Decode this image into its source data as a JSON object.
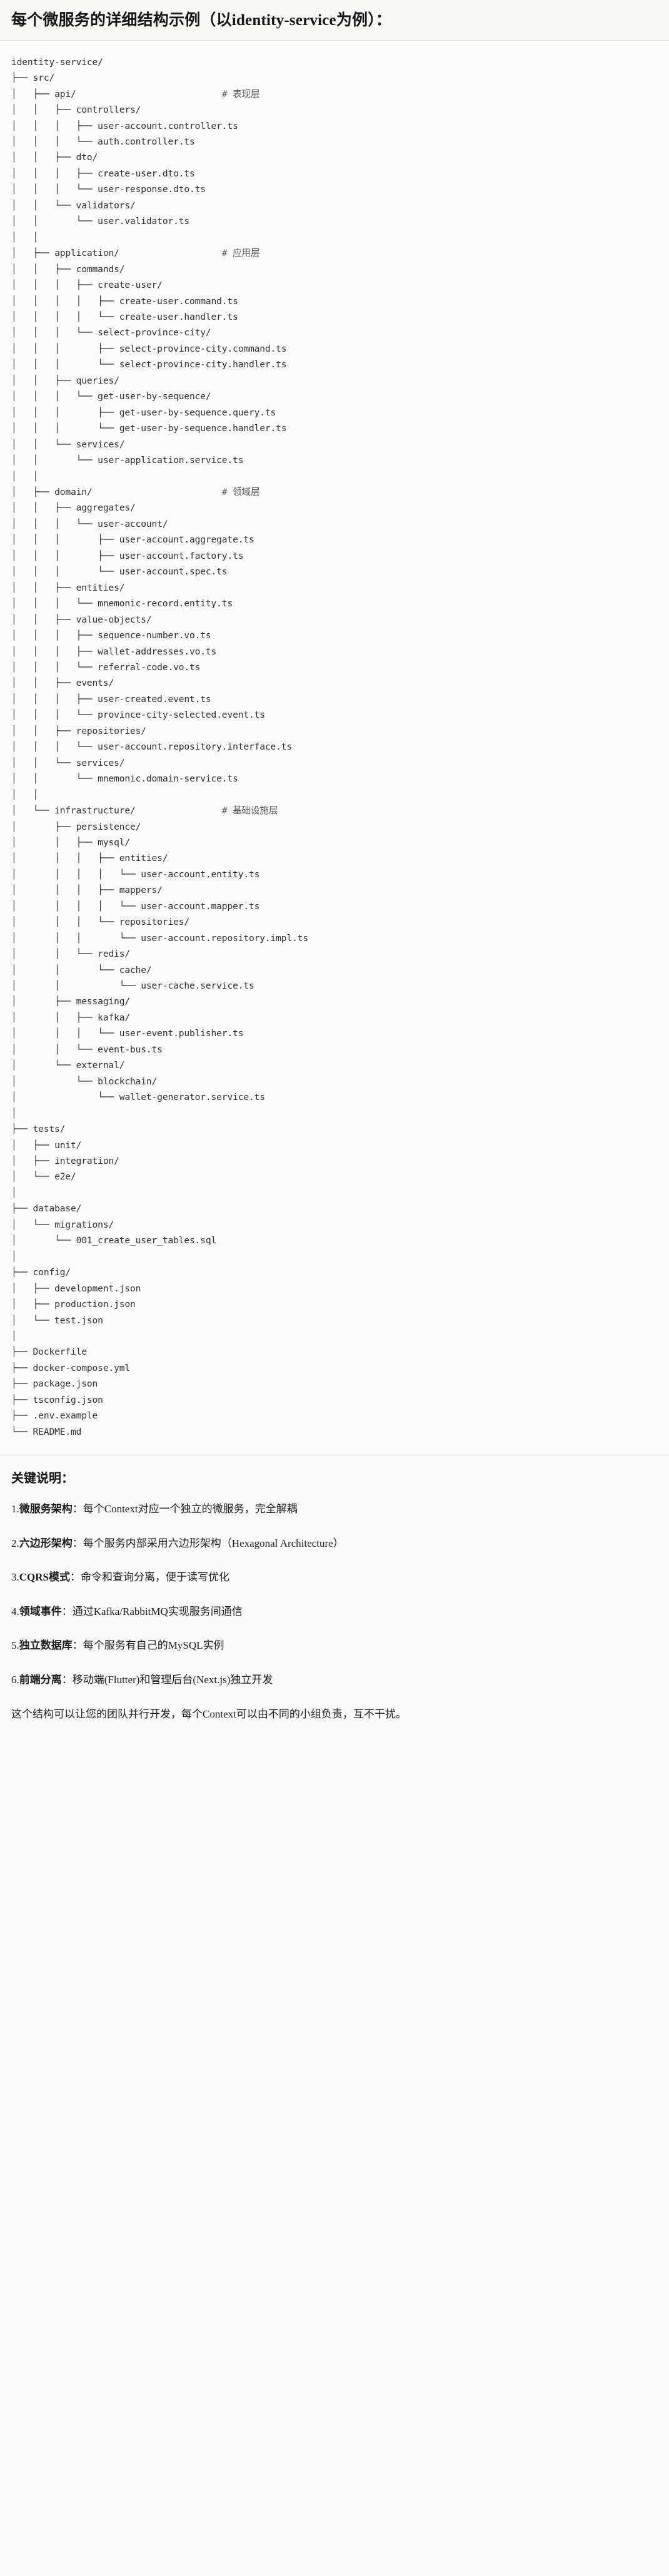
{
  "header": {
    "title": "每个微服务的详细结构示例（以identity-service为例）："
  },
  "tree": {
    "root_label": "identity-service/",
    "lines": [
      "identity-service/",
      "├── src/",
      "│   ├── api/                           # 表现层",
      "│   │   ├── controllers/",
      "│   │   │   ├── user-account.controller.ts",
      "│   │   │   └── auth.controller.ts",
      "│   │   ├── dto/",
      "│   │   │   ├── create-user.dto.ts",
      "│   │   │   └── user-response.dto.ts",
      "│   │   └── validators/",
      "│   │       └── user.validator.ts",
      "│   │",
      "│   ├── application/                   # 应用层",
      "│   │   ├── commands/",
      "│   │   │   ├── create-user/",
      "│   │   │   │   ├── create-user.command.ts",
      "│   │   │   │   └── create-user.handler.ts",
      "│   │   │   └── select-province-city/",
      "│   │   │       ├── select-province-city.command.ts",
      "│   │   │       └── select-province-city.handler.ts",
      "│   │   ├── queries/",
      "│   │   │   └── get-user-by-sequence/",
      "│   │   │       ├── get-user-by-sequence.query.ts",
      "│   │   │       └── get-user-by-sequence.handler.ts",
      "│   │   └── services/",
      "│   │       └── user-application.service.ts",
      "│   │",
      "│   ├── domain/                        # 领域层",
      "│   │   ├── aggregates/",
      "│   │   │   └── user-account/",
      "│   │   │       ├── user-account.aggregate.ts",
      "│   │   │       ├── user-account.factory.ts",
      "│   │   │       └── user-account.spec.ts",
      "│   │   ├── entities/",
      "│   │   │   └── mnemonic-record.entity.ts",
      "│   │   ├── value-objects/",
      "│   │   │   ├── sequence-number.vo.ts",
      "│   │   │   ├── wallet-addresses.vo.ts",
      "│   │   │   └── referral-code.vo.ts",
      "│   │   ├── events/",
      "│   │   │   ├── user-created.event.ts",
      "│   │   │   └── province-city-selected.event.ts",
      "│   │   ├── repositories/",
      "│   │   │   └── user-account.repository.interface.ts",
      "│   │   └── services/",
      "│   │       └── mnemonic.domain-service.ts",
      "│   │",
      "│   └── infrastructure/                # 基础设施层",
      "│       ├── persistence/",
      "│       │   ├── mysql/",
      "│       │   │   ├── entities/",
      "│       │   │   │   └── user-account.entity.ts",
      "│       │   │   ├── mappers/",
      "│       │   │   │   └── user-account.mapper.ts",
      "│       │   │   └── repositories/",
      "│       │   │       └── user-account.repository.impl.ts",
      "│       │   └── redis/",
      "│       │       └── cache/",
      "│       │           └── user-cache.service.ts",
      "│       ├── messaging/",
      "│       │   ├── kafka/",
      "│       │   │   └── user-event.publisher.ts",
      "│       │   └── event-bus.ts",
      "│       └── external/",
      "│           └── blockchain/",
      "│               └── wallet-generator.service.ts",
      "│",
      "├── tests/",
      "│   ├── unit/",
      "│   ├── integration/",
      "│   └── e2e/",
      "│",
      "├── database/",
      "│   └── migrations/",
      "│       └── 001_create_user_tables.sql",
      "│",
      "├── config/",
      "│   ├── development.json",
      "│   ├── production.json",
      "│   └── test.json",
      "│",
      "├── Dockerfile",
      "├── docker-compose.yml",
      "├── package.json",
      "├── tsconfig.json",
      "├── .env.example",
      "└── README.md"
    ],
    "layer_comments": [
      "# 表现层",
      "# 应用层",
      "# 领域层",
      "# 基础设施层"
    ]
  },
  "notes": {
    "heading": "关键说明：",
    "items": [
      {
        "num": "1.",
        "term": "微服务架构",
        "sep": "：",
        "desc": "每个Context对应一个独立的微服务，完全解耦"
      },
      {
        "num": "2.",
        "term": "六边形架构",
        "sep": "：",
        "desc": "每个服务内部采用六边形架构（Hexagonal Architecture）"
      },
      {
        "num": "3.",
        "term": "CQRS模式",
        "sep": "：",
        "desc": "命令和查询分离，便于读写优化"
      },
      {
        "num": "4.",
        "term": "领域事件",
        "sep": "：",
        "desc": "通过Kafka/RabbitMQ实现服务间通信"
      },
      {
        "num": "5.",
        "term": "独立数据库",
        "sep": "：",
        "desc": "每个服务有自己的MySQL实例"
      },
      {
        "num": "6.",
        "term": "前端分离",
        "sep": "：",
        "desc": "移动端(Flutter)和管理后台(Next.js)独立开发"
      }
    ],
    "closing": "这个结构可以让您的团队并行开发，每个Context可以由不同的小组负责，互不干扰。"
  },
  "colors": {
    "page_bg": "#fbfaf8",
    "header_bg": "#f8f7f3",
    "code_bg": "#fcfbf9",
    "border": "#e2e0da",
    "text": "#1f1f1f",
    "code_text": "#2c2f36",
    "comment_text": "#52565e"
  }
}
